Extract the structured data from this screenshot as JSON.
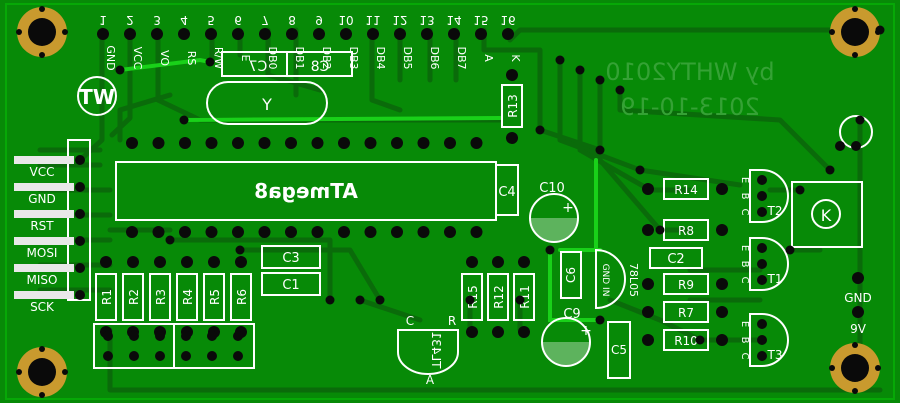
{
  "colors": {
    "board": "#078a07",
    "trace": "#0a6b0a",
    "copper_bright": "#19d119",
    "silk": "#ffffff",
    "mirror_text": "#35a235",
    "pad": "#0a0a0a",
    "hole_ring": "#c99a2e"
  },
  "lcd_header": {
    "pin_numbers": [
      "1",
      "2",
      "3",
      "4",
      "5",
      "6",
      "7",
      "8",
      "9",
      "10",
      "11",
      "12",
      "13",
      "14",
      "15",
      "16"
    ],
    "pin_labels": [
      "GND",
      "VCC",
      "VO",
      "RS",
      "R/W",
      "E",
      "DB0",
      "DB1",
      "DB2",
      "DB3",
      "DB4",
      "DB5",
      "DB6",
      "DB7",
      "A",
      "K"
    ]
  },
  "logo": "WT",
  "author": {
    "line1": "by WHTY2010",
    "line2": "2013-10-19"
  },
  "chip": "ATmega8",
  "crystal": "Y",
  "isp_labels": [
    "VCC",
    "GND",
    "RST",
    "MOSI",
    "MISO",
    "SCK"
  ],
  "resistors_left": [
    "R1",
    "R2",
    "R3",
    "R4",
    "R5",
    "R6"
  ],
  "resistors_mid": [
    "R15",
    "R12",
    "R11"
  ],
  "resistor_r13": "R13",
  "resistors_right": [
    "R14",
    "R8",
    "R9",
    "R7",
    "R10"
  ],
  "capacitors": {
    "c1": "C1",
    "c2": "C2",
    "c3": "C3",
    "c4": "C4",
    "c5": "C5",
    "c6": "C6",
    "c7": "C7",
    "c8": "C8",
    "c9": "C9",
    "c10": "C10"
  },
  "transistors": [
    "T1",
    "T2",
    "T3"
  ],
  "transistor_pins": "EBC",
  "regulator": {
    "name": "78L05",
    "pins": "GND IN"
  },
  "tl431": {
    "name": "TL431",
    "pin_c": "C",
    "pin_r": "R",
    "pin_a": "A"
  },
  "relay": "K",
  "power": {
    "gnd": "GND",
    "v9": "9V"
  }
}
